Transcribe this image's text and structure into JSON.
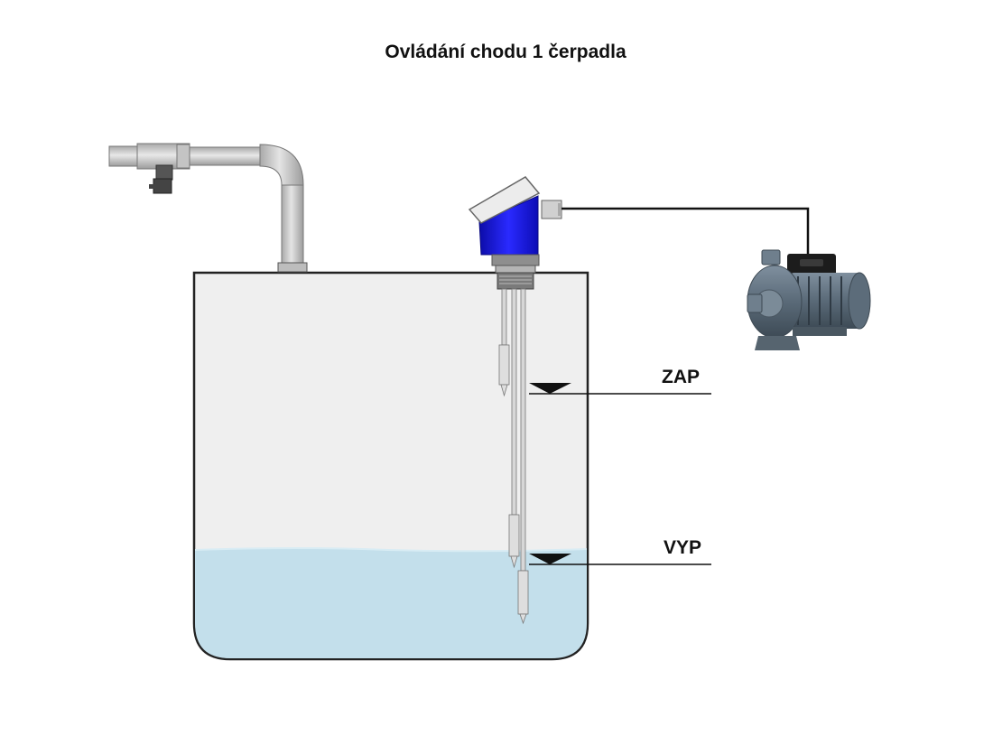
{
  "title": "Ovládání chodu 1 čerpadla",
  "levels": {
    "on_label": "ZAP",
    "off_label": "VYP"
  },
  "colors": {
    "water": "#c3dfeb",
    "tank": "#efefef",
    "sensor_head": "#1a1adc",
    "pipe": "#cfcfcf"
  },
  "icons": {
    "inlet_pipe": "pipe-elbow-icon",
    "level_sensor": "level-probe-icon",
    "pump": "centrifugal-pump-icon"
  }
}
